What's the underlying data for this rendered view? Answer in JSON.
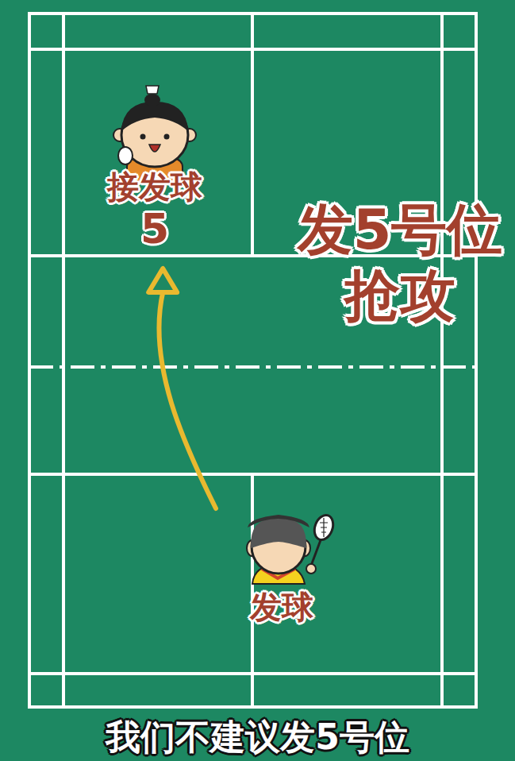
{
  "diagram": {
    "caption": "我们不建议发5号位",
    "nodes": [
      {
        "text": [
          "接发球",
          "5"
        ]
      },
      {
        "text": [
          "发球"
        ]
      }
    ],
    "edges": [
      {
        "from": 1,
        "to": 0,
        "arrow": "to"
      }
    ],
    "labels": [
      "发5号位 抢攻"
    ]
  }
}
